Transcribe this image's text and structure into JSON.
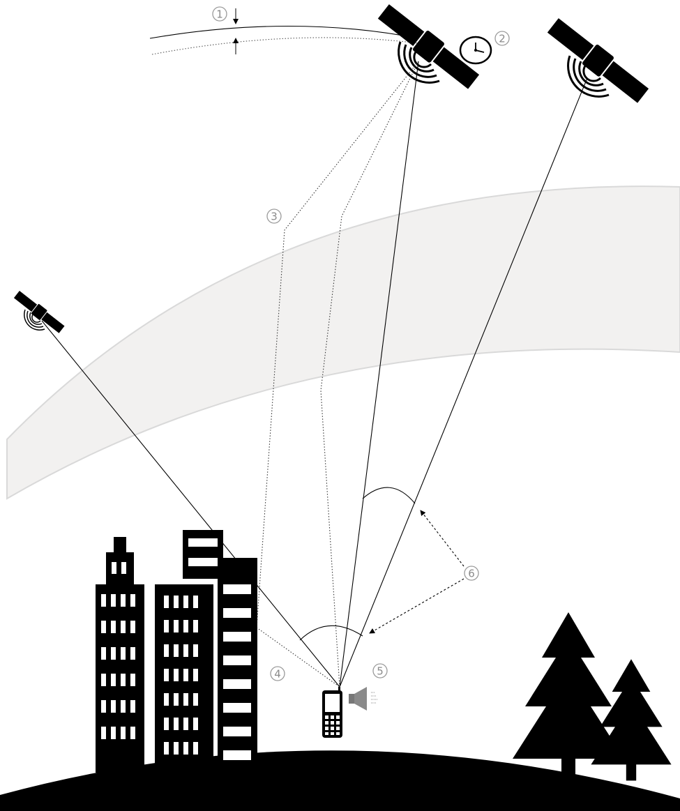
{
  "markers": [
    {
      "id": "1",
      "label": "1"
    },
    {
      "id": "2",
      "label": "2"
    },
    {
      "id": "3",
      "label": "3"
    },
    {
      "id": "4",
      "label": "4"
    },
    {
      "id": "5",
      "label": "5"
    },
    {
      "id": "6",
      "label": "6"
    }
  ],
  "colors": {
    "foreground": "#000000",
    "marker_gray": "#8a8a8a",
    "atmosphere_fill": "#f2f1f0",
    "atmosphere_edge": "#d9d9d9",
    "window": "#ffffff"
  },
  "icons": [
    "satellite-icon",
    "clock-icon",
    "phone-icon",
    "speaker-icon",
    "building-icon",
    "tree-icon"
  ]
}
